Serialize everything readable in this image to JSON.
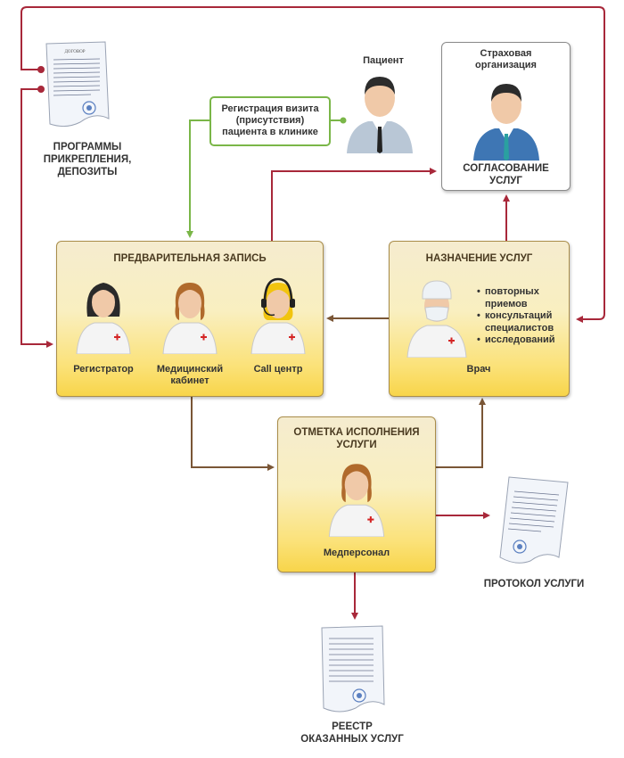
{
  "colors": {
    "arrow_red": "#a8283a",
    "arrow_brown": "#7a5636",
    "arrow_green": "#7ab648",
    "box_fill": "#fbe27a",
    "box_border": "#a98d4a"
  },
  "documents": {
    "programs_label": "ПРОГРАММЫ\nПРИКРЕПЛЕНИЯ,\nДЕПОЗИТЫ",
    "protocol_label": "ПРОТОКОЛ УСЛУГИ",
    "registry_label": "РЕЕСТР\nОКАЗАННЫХ УСЛУГ"
  },
  "patient": {
    "label": "Пациент"
  },
  "visit_registration": {
    "text": "Регистрация визита\n(присутствия)\nпациента в клинике"
  },
  "insurance": {
    "org_label": "Страховая\nорганизация",
    "approval_label": "СОГЛАСОВАНИЕ\nУСЛУГ"
  },
  "pre_registration": {
    "title": "ПРЕДВАРИТЕЛЬНАЯ ЗАПИСЬ",
    "roles": [
      "Регистратор",
      "Медицинский\nкабинет",
      "Call центр"
    ]
  },
  "services_assignment": {
    "title": "НАЗНАЧЕНИЕ УСЛУГ",
    "bullets": [
      {
        "text": "повторных",
        "bullet": true
      },
      {
        "text": "приемов",
        "bullet": false
      },
      {
        "text": "консультаций",
        "bullet": true
      },
      {
        "text": "специалистов",
        "bullet": false
      },
      {
        "text": "исследований",
        "bullet": true
      }
    ],
    "role": "Врач"
  },
  "execution_mark": {
    "title": "ОТМЕТКА ИСПОЛНЕНИЯ\nУСЛУГИ",
    "role": "Медперсонал"
  }
}
